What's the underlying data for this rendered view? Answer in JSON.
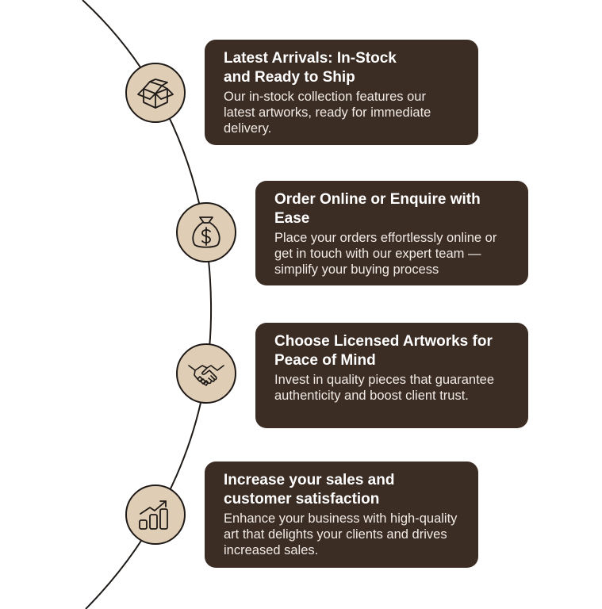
{
  "colors": {
    "background": "#ffffff",
    "card": "#3b2c24",
    "node_fill": "#e0cdb6",
    "line": "#1e1a17"
  },
  "steps": [
    {
      "icon": "box-icon",
      "title": "Latest Arrivals: In-Stock and Ready to Ship",
      "body": "Our in-stock collection features our latest artworks, ready for immediate delivery."
    },
    {
      "icon": "money-bag-icon",
      "title": "Order Online or Enquire with Ease",
      "body": "Place your orders effortlessly online or get in touch with our expert team — simplify your buying process"
    },
    {
      "icon": "handshake-icon",
      "title": "Choose Licensed Artworks for Peace of Mind",
      "body": "Invest in quality pieces that guarantee authenticity and boost client trust."
    },
    {
      "icon": "growth-chart-icon",
      "title": "Increase your sales and customer satisfaction",
      "body": "Enhance your business with high-quality art that delights your clients and drives increased sales."
    }
  ]
}
